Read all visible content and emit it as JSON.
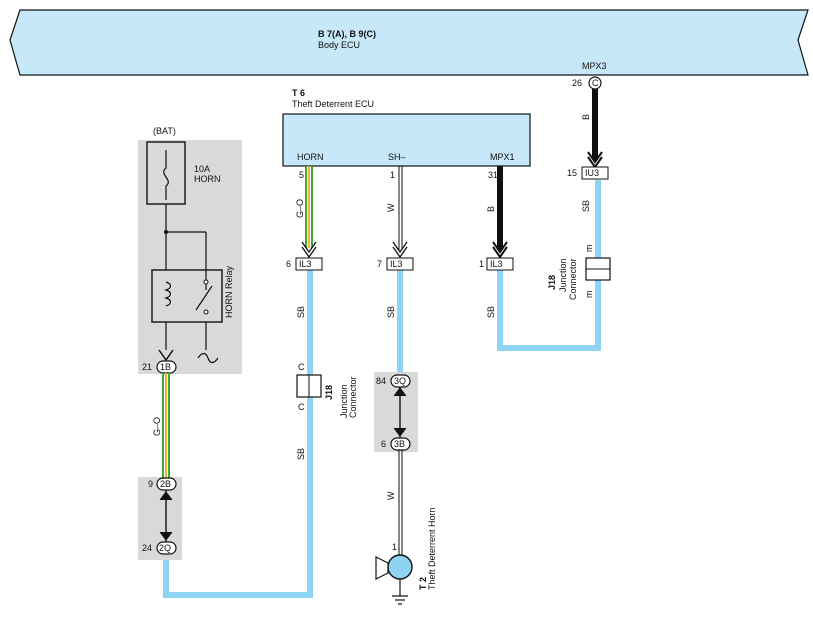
{
  "colors": {
    "ecu_fill": "#c7e8f8",
    "sb_wire": "#8fd3f2",
    "grey_zone": "#d9d9d9",
    "green": "#3aa83a",
    "orange": "#f2b233",
    "black": "#111111"
  },
  "body_ecu": {
    "code": "B 7(A), B 9(C)",
    "name": "Body ECU",
    "pin_name": "MPX3",
    "pin_number": "26",
    "pin_letter": "C"
  },
  "theft_ecu": {
    "code": "T 6",
    "name": "Theft Deterrent ECU",
    "pins": [
      {
        "name": "HORN",
        "number": "5"
      },
      {
        "name": "SH–",
        "number": "1"
      },
      {
        "name": "MPX1",
        "number": "31"
      }
    ]
  },
  "bat": {
    "label": "(BAT)"
  },
  "fuse": {
    "rating": "10A",
    "name": "HORN"
  },
  "relay": {
    "name": "HORN Relay"
  },
  "wire_colors": {
    "go": "G–O",
    "w": "W",
    "b": "B",
    "sb": "SB"
  },
  "connectors": {
    "il3": "IL3",
    "iu3": "IU3",
    "il3_6": "6",
    "il3_7": "7",
    "il3_1": "1",
    "iu3_15": "15",
    "c_1b": "1B",
    "c_1b_pin": "21",
    "c_2b": "2B",
    "c_2b_pin": "9",
    "c_2q": "2Q",
    "c_2q_pin": "24",
    "c_3q": "3Q",
    "c_3q_pin": "84",
    "c_3b": "3B",
    "c_3b_pin": "6"
  },
  "junction_left": {
    "code": "J18",
    "line1": "Junction",
    "line2": "Connector",
    "pin": "C"
  },
  "junction_right": {
    "code": "J18",
    "line1": "Junction",
    "line2": "Connector",
    "pin": "m"
  },
  "horn": {
    "code": "T 2",
    "name": "Theft Deterrent Horn",
    "pin": "1"
  }
}
